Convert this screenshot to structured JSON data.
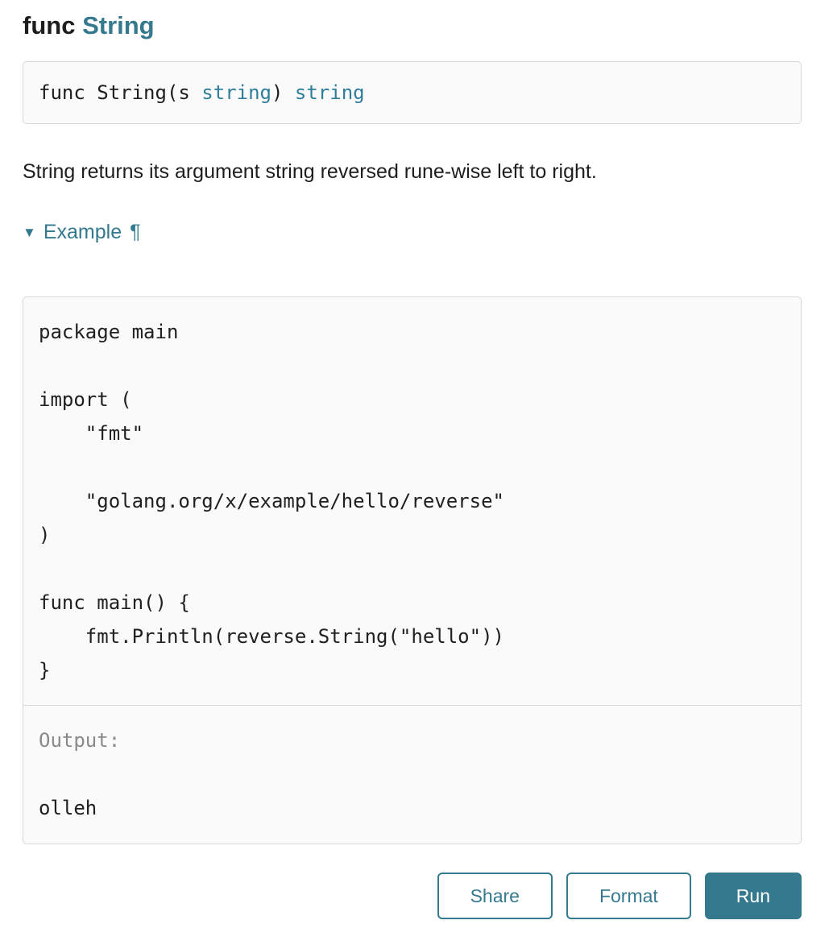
{
  "heading": {
    "keyword": "func ",
    "name": "String"
  },
  "signature": {
    "tokens": [
      {
        "text": "func String(s ",
        "link": false
      },
      {
        "text": "string",
        "link": true
      },
      {
        "text": ") ",
        "link": false
      },
      {
        "text": "string",
        "link": true
      }
    ]
  },
  "description": "String returns its argument string reversed rune-wise left to right.",
  "example": {
    "triangle_icon": "▼",
    "toggle_label": "Example",
    "pilcrow": "¶",
    "code": "package main\n\nimport (\n\t\"fmt\"\n\n\t\"golang.org/x/example/hello/reverse\"\n)\n\nfunc main() {\n\tfmt.Println(reverse.String(\"hello\"))\n}",
    "output_label": "Output:",
    "output_value": "olleh"
  },
  "buttons": {
    "share": "Share",
    "format": "Format",
    "run": "Run"
  },
  "colors": {
    "teal": "#35798E",
    "link": "#2F7E99",
    "border": "#D8D8D8",
    "box_bg": "#FAFAFA",
    "text": "#1D1D1F",
    "muted": "#8A8A8A"
  }
}
